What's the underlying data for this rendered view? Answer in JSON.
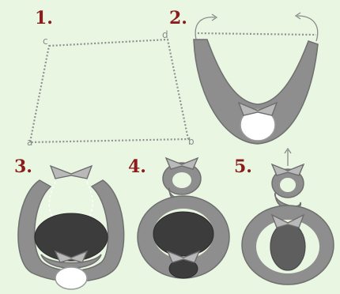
{
  "steps": [
    {
      "label": "1."
    },
    {
      "label": "2."
    },
    {
      "label": "3."
    },
    {
      "label": "4."
    },
    {
      "label": "5."
    }
  ],
  "corner_marks": {
    "top_left": "c",
    "top_right": "d",
    "bottom_left": "a",
    "bottom_right": "b"
  },
  "colors": {
    "background": "#e9f7e2",
    "cloth": "#8e8e8e",
    "label": "#8a1c1c"
  }
}
